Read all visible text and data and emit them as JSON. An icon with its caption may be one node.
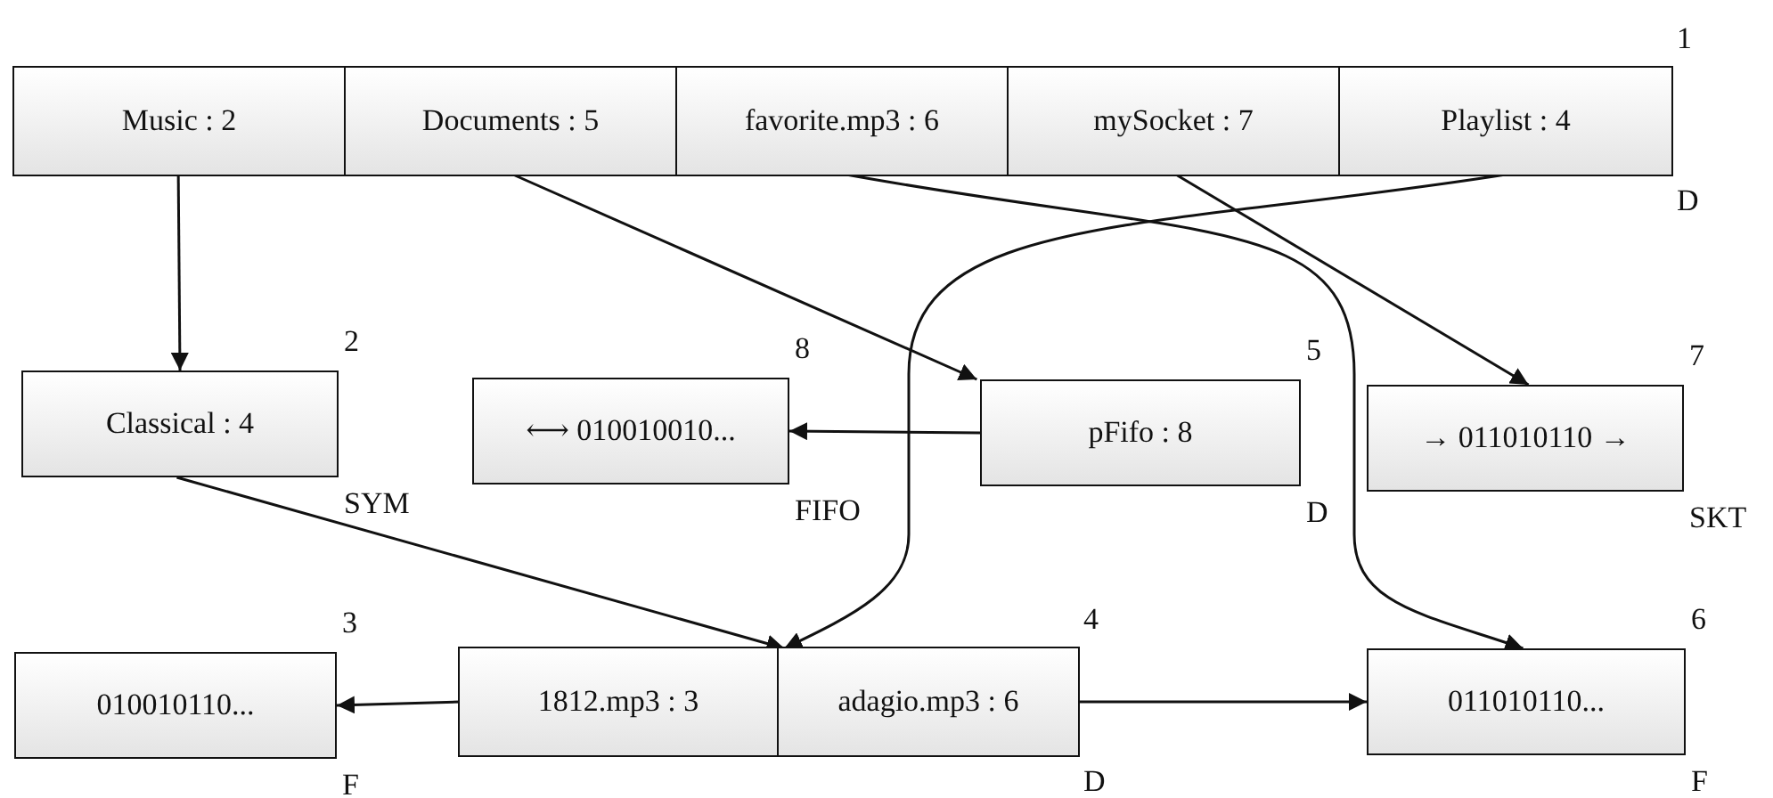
{
  "diagram": {
    "nodes": [
      {
        "text": [],
        "shape": "box",
        "beside": [
          "1",
          "D"
        ]
      },
      {
        "text": [
          "Music : 2"
        ],
        "in": 0
      },
      {
        "text": [
          "Documents : 5"
        ],
        "in": 0
      },
      {
        "text": [
          "favorite.mp3 : 6"
        ],
        "in": 0
      },
      {
        "text": [
          "mySocket : 7"
        ],
        "in": 0
      },
      {
        "text": [
          "Playlist : 4"
        ],
        "in": 0
      },
      {
        "text": [
          "Classical : 4"
        ],
        "beside": [
          "2",
          "SYM"
        ]
      },
      {
        "text": [
          "⟷ 010010010..."
        ],
        "beside": [
          "8",
          "FIFO"
        ]
      },
      {
        "text": [
          "pFifo : 8"
        ],
        "beside": [
          "5",
          "D"
        ]
      },
      {
        "text": [
          "→ 011010110 →"
        ],
        "beside": [
          "7",
          "SKT"
        ]
      },
      {
        "text": [
          "010010110..."
        ],
        "beside": [
          "3",
          "F"
        ]
      },
      {
        "text": [],
        "shape": "box",
        "beside": [
          "4",
          "D"
        ]
      },
      {
        "text": [
          "1812.mp3 : 3"
        ],
        "in": 11
      },
      {
        "text": [
          "adagio.mp3 : 6"
        ],
        "in": 11
      },
      {
        "text": [
          "011010110..."
        ],
        "beside": [
          "6",
          "F"
        ]
      }
    ],
    "edges": [
      {
        "from": 1,
        "to": 6,
        "arrow": "to"
      },
      {
        "from": 2,
        "to": 8,
        "arrow": "to"
      },
      {
        "from": 3,
        "to": 14,
        "arrow": "to"
      },
      {
        "from": 4,
        "to": 9,
        "arrow": "to"
      },
      {
        "from": 5,
        "to": 11,
        "arrow": "to"
      },
      {
        "from": 6,
        "to": 11,
        "arrow": "to"
      },
      {
        "from": 8,
        "to": 7,
        "arrow": "to"
      },
      {
        "from": 12,
        "to": 10,
        "arrow": "to"
      },
      {
        "from": 13,
        "to": 14,
        "arrow": "to"
      }
    ]
  }
}
